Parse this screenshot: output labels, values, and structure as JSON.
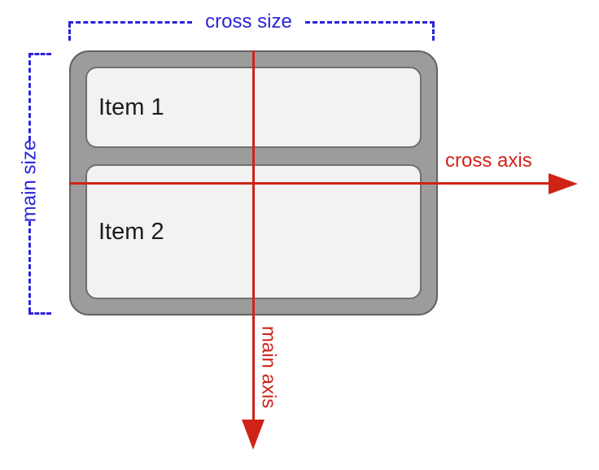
{
  "diagram": {
    "title_hint": "flexbox main/cross axis diagram",
    "labels": {
      "cross_size": "cross size",
      "main_size": "main size",
      "cross_axis": "cross axis",
      "main_axis": "main axis"
    },
    "container": {
      "items": [
        {
          "label": "Item 1"
        },
        {
          "label": "Item 2"
        }
      ]
    }
  },
  "colors": {
    "background": "#ffffff",
    "blue": "#2b23da",
    "red": "#d02318",
    "container_fill": "#9c9c9c",
    "container_border": "#636363",
    "item_fill": "#f2f2f2",
    "item_border": "#6f6f6f",
    "item_text": "#1c1c1c"
  }
}
